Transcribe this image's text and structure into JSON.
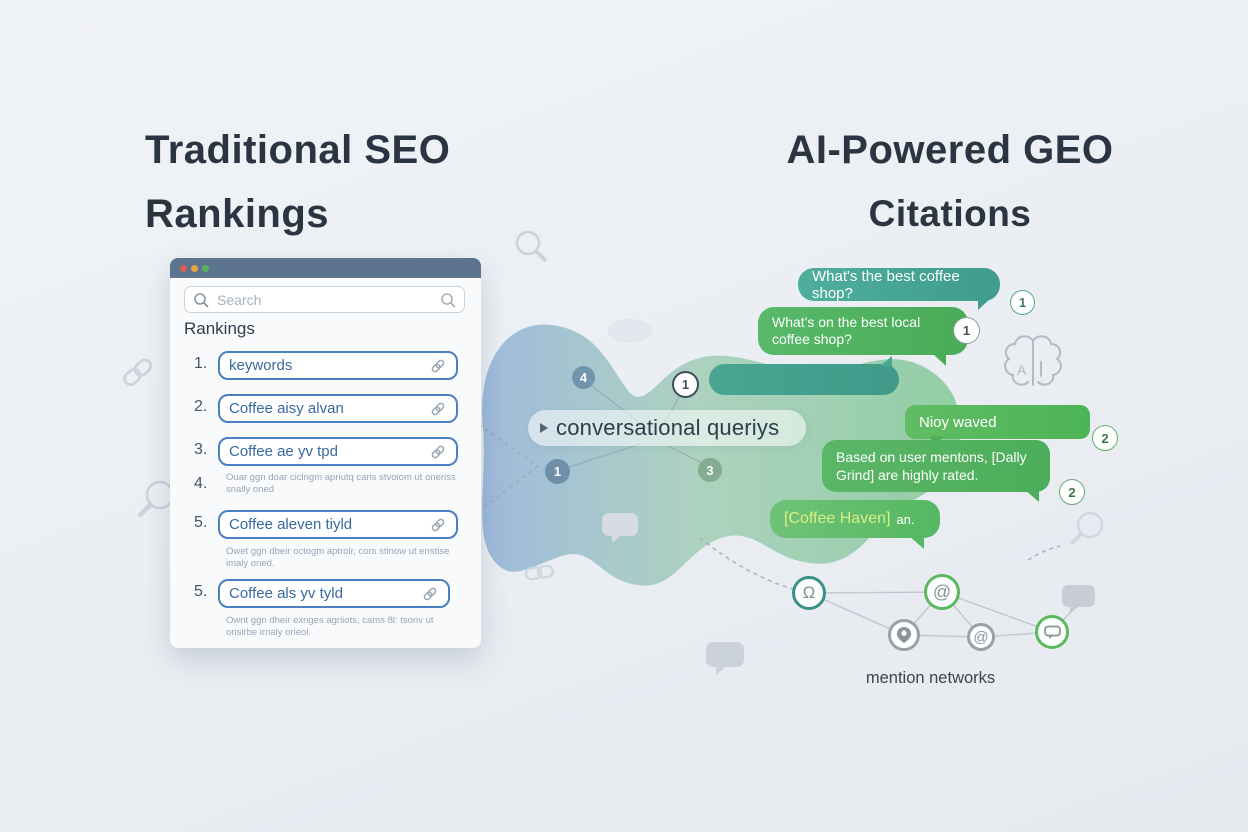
{
  "header": {
    "left_title_line1": "Traditional SEO",
    "left_title_line2": "Rankings",
    "right_title_line1": "AI-Powered GEO",
    "right_title_line2": "Citations"
  },
  "browser": {
    "window_controls": [
      "close",
      "minimize",
      "maximize"
    ],
    "search_placeholder": "Search",
    "heading": "Rankings",
    "items": [
      {
        "num": "1.",
        "label": "keywords",
        "desc": ""
      },
      {
        "num": "2.",
        "label": "Coffee aisy alvan",
        "desc": ""
      },
      {
        "num": "3.",
        "label": "Coffee ae yv tpd",
        "desc": ""
      },
      {
        "num": "4.",
        "label": "",
        "desc": "Ouar ggn doar ciclngm apriutq cans stvoiom ut oneriss snally oned"
      },
      {
        "num": "5.",
        "label": "Coffee aleven tiyld",
        "desc": "Owet ggn dbeir octogm aptrolr, cors stinow ut enstise imaly oned."
      },
      {
        "num": "5.",
        "label": "Coffee als yv tyld",
        "desc": "Ownt ggn dheir exnges agriiots, cams 8l: tsonv ut onsirbe irnaly orieol."
      }
    ]
  },
  "flow": {
    "query_label": "conversational queriys",
    "ribbon_badges": [
      {
        "value": "4",
        "style": "filled-blue"
      },
      {
        "value": "1",
        "style": "outline-dark"
      },
      {
        "value": "1",
        "style": "filled-blue"
      },
      {
        "value": "3",
        "style": "filled-green"
      }
    ]
  },
  "chat": {
    "bubbles": [
      {
        "text": "What's the best coffee shop?",
        "badge": "1"
      },
      {
        "text": "What's on the best local coffee shop?",
        "badge": "1"
      },
      {
        "text": "",
        "badge": ""
      },
      {
        "text": "Nioy waved",
        "badge": "2"
      },
      {
        "text": "Based on user mentons, [Dally Grind] are highly rated.",
        "badge": "2"
      },
      {
        "highlight": "[Coffee Haven]",
        "text": "an.",
        "badge": ""
      }
    ]
  },
  "network": {
    "caption": "mention networks",
    "nodes": [
      "shop-icon",
      "mention-at-icon",
      "location-pin-icon",
      "mention-at-icon",
      "chat-bubble-icon"
    ]
  },
  "icons": {
    "background": [
      "search-icon",
      "link-icon",
      "search-icon",
      "chat-bubble-icon",
      "link-icon",
      "chat-bubble-icon",
      "ai-brain-icon",
      "search-icon",
      "chat-bubble-icon"
    ]
  },
  "colors": {
    "background": "#eef1f4",
    "title_text": "#2b3442",
    "browser_titlebar": "#5d7491",
    "rank_box_border": "#4a80bf",
    "rank_text": "#38699f",
    "ribbon_blue": "#8fb0d8",
    "ribbon_green": "#7fc694",
    "bubble_teal": "#4aa593",
    "bubble_green": "#55b862",
    "highlight_text": "#d9ef86",
    "network_teal": "#3a9188",
    "network_green": "#5cb85c"
  }
}
